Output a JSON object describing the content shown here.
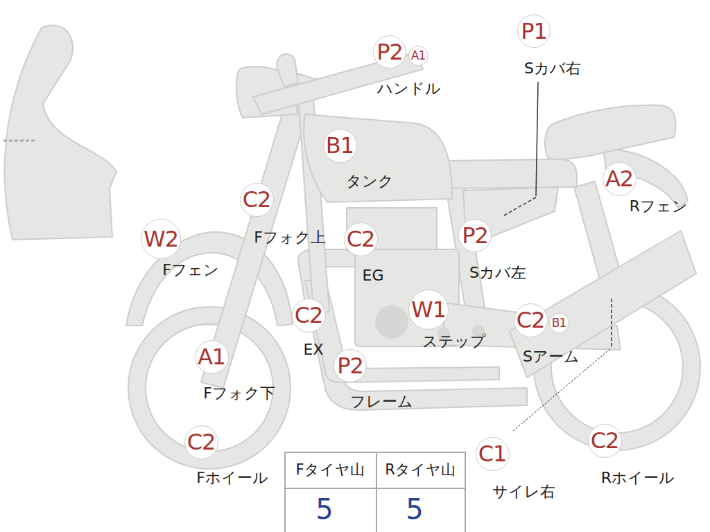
{
  "diagram": {
    "nodes": [
      {
        "text": [
          "P1"
        ]
      },
      {
        "text": [
          "P2"
        ]
      },
      {
        "text": [
          "A1"
        ]
      },
      {
        "text": [
          "B1"
        ]
      },
      {
        "text": [
          "A2"
        ]
      },
      {
        "text": [
          "C2"
        ]
      },
      {
        "text": [
          "W2"
        ]
      },
      {
        "text": [
          "C2"
        ]
      },
      {
        "text": [
          "P2"
        ]
      },
      {
        "text": [
          "C2"
        ]
      },
      {
        "text": [
          "W1"
        ]
      },
      {
        "text": [
          "C2"
        ]
      },
      {
        "text": [
          "B1"
        ]
      },
      {
        "text": [
          "A1"
        ]
      },
      {
        "text": [
          "P2"
        ]
      },
      {
        "text": [
          "C2"
        ]
      },
      {
        "text": [
          "C1"
        ]
      },
      {
        "text": [
          "C2"
        ]
      }
    ],
    "labels": [
      "Sカバ右",
      "ハンドル",
      "タンク",
      "Rフェン",
      "Fフォク上",
      "Fフェン",
      "EG",
      "Sカバ左",
      "EX",
      "ステップ",
      "Sアーム",
      "Fフォク下",
      "フレーム",
      "Fホイール",
      "サイレ右",
      "Rホイール",
      "Fタイヤ山",
      "Rタイヤ山",
      "5",
      "5"
    ]
  }
}
